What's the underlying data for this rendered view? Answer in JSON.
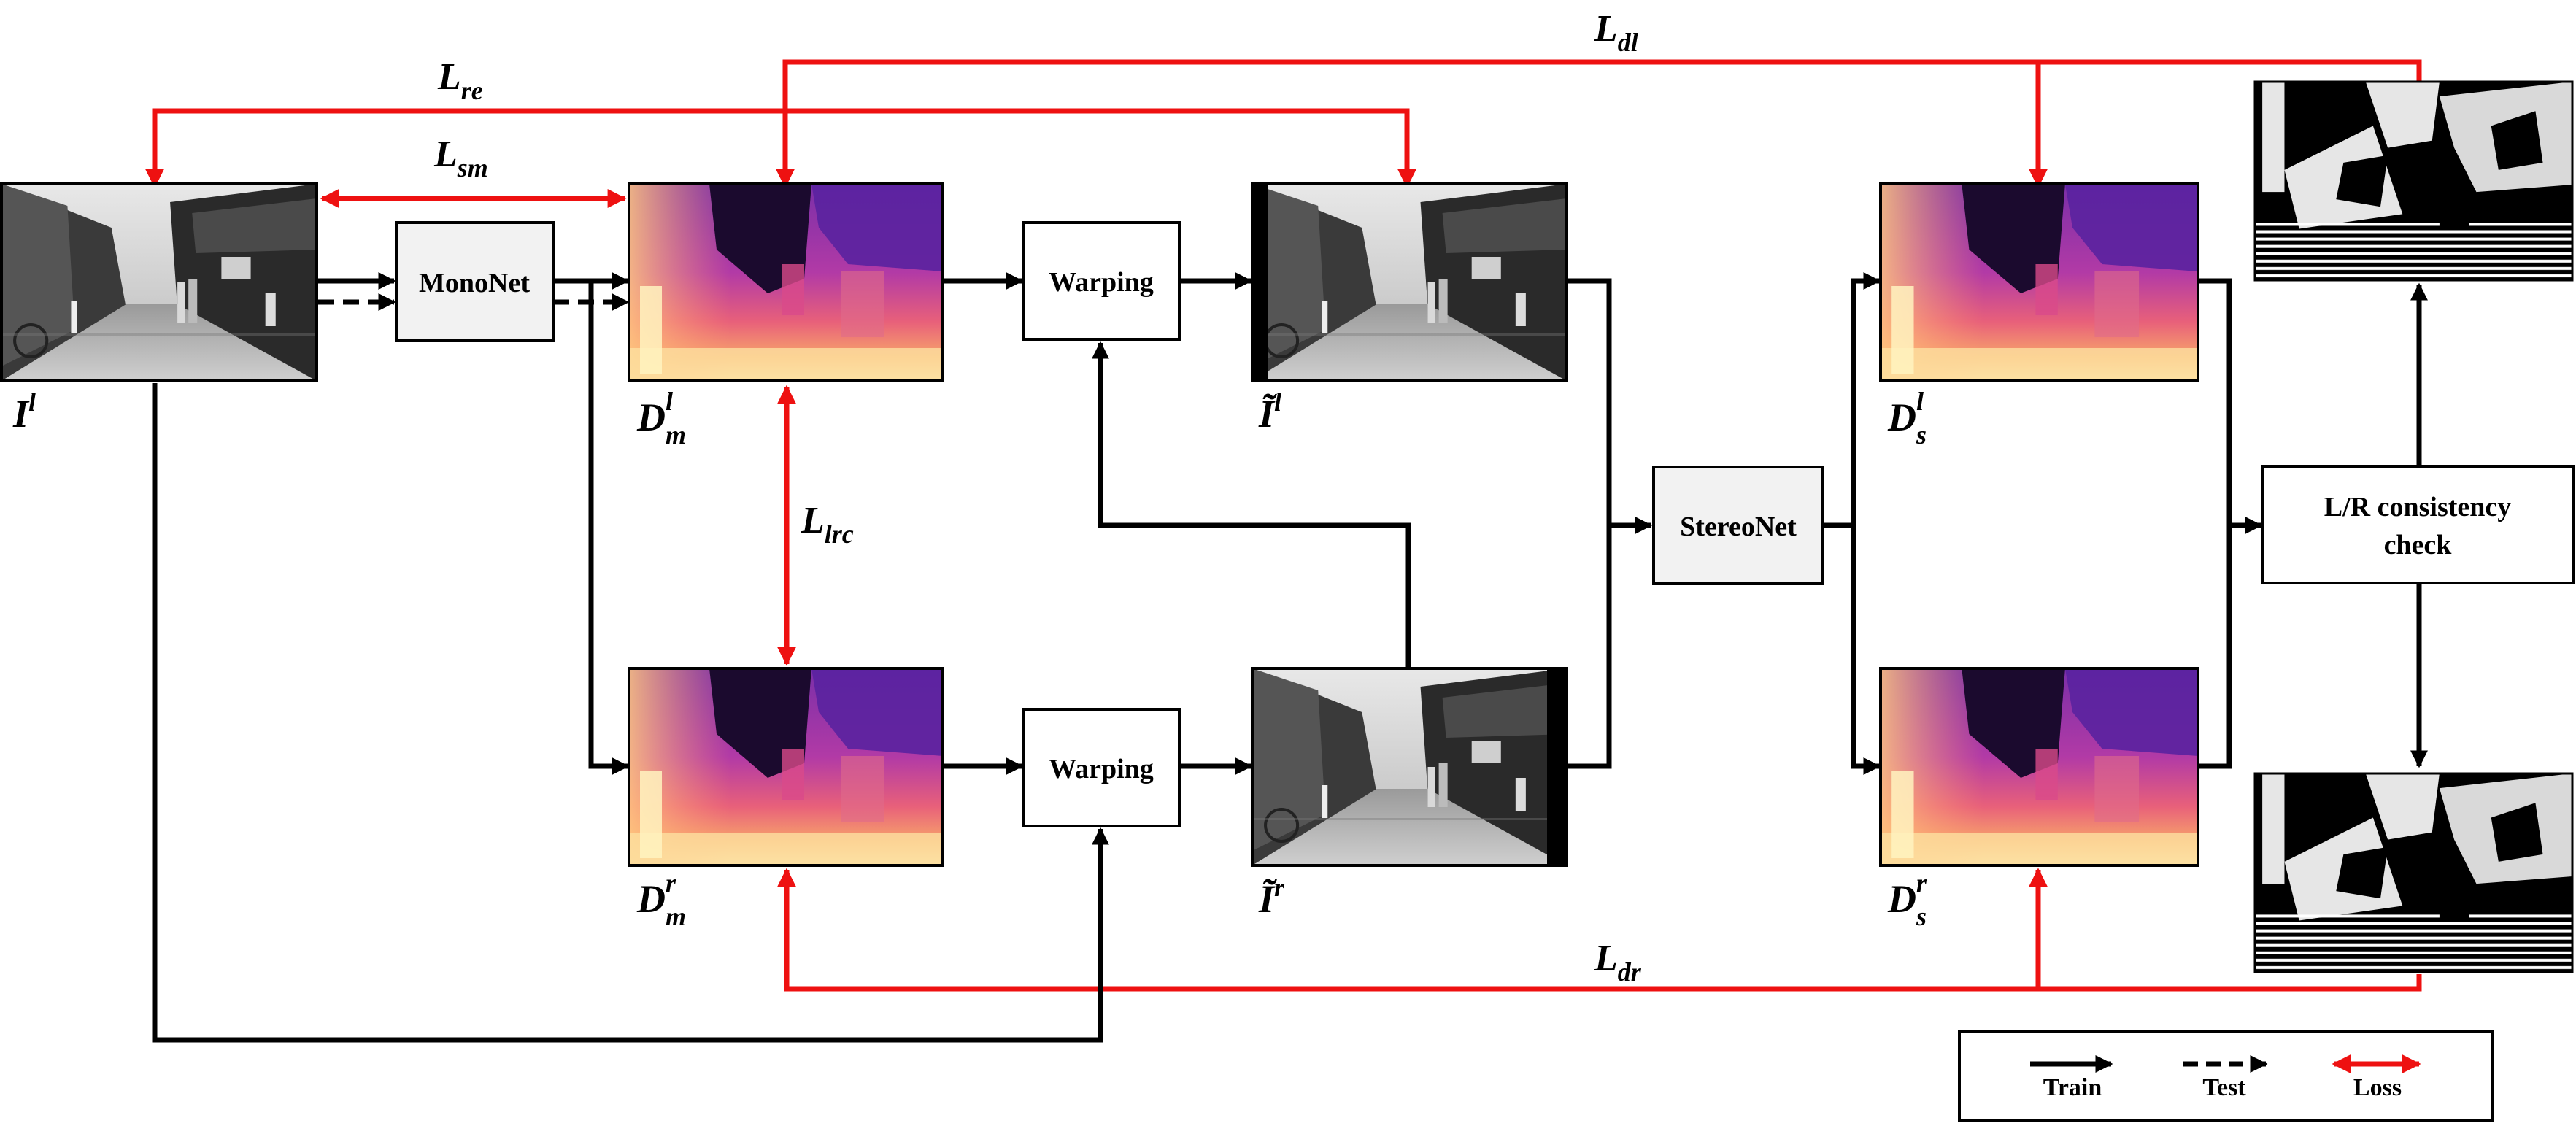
{
  "colors": {
    "loss": "#ee1111",
    "flow": "#000000",
    "module_fill": "#f2f2f2"
  },
  "modules": {
    "mononet": "MonoNet",
    "warping_top": "Warping",
    "warping_bottom": "Warping",
    "stereonet": "StereoNet",
    "lr_check_line1": "L/R consistency",
    "lr_check_line2": "check"
  },
  "images": {
    "input_left": {
      "base": "I",
      "sup": "l"
    },
    "mono_left": {
      "base": "D",
      "sub": "m",
      "sup": "l"
    },
    "mono_right": {
      "base": "D",
      "sub": "m",
      "sup": "r"
    },
    "warp_left": {
      "base": "Ĩ",
      "sup": "l"
    },
    "warp_right": {
      "base": "Ĩ",
      "sup": "r"
    },
    "stereo_left": {
      "base": "D",
      "sub": "s",
      "sup": "l"
    },
    "stereo_right": {
      "base": "D",
      "sub": "s",
      "sup": "r"
    }
  },
  "losses": {
    "re": {
      "base": "L",
      "sub": "re"
    },
    "sm": {
      "base": "L",
      "sub": "sm"
    },
    "dl": {
      "base": "L",
      "sub": "dl"
    },
    "dr": {
      "base": "L",
      "sub": "dr"
    },
    "lrc": {
      "base": "L",
      "sub": "lrc"
    }
  },
  "legend": {
    "train": "Train",
    "test": "Test",
    "loss": "Loss"
  }
}
